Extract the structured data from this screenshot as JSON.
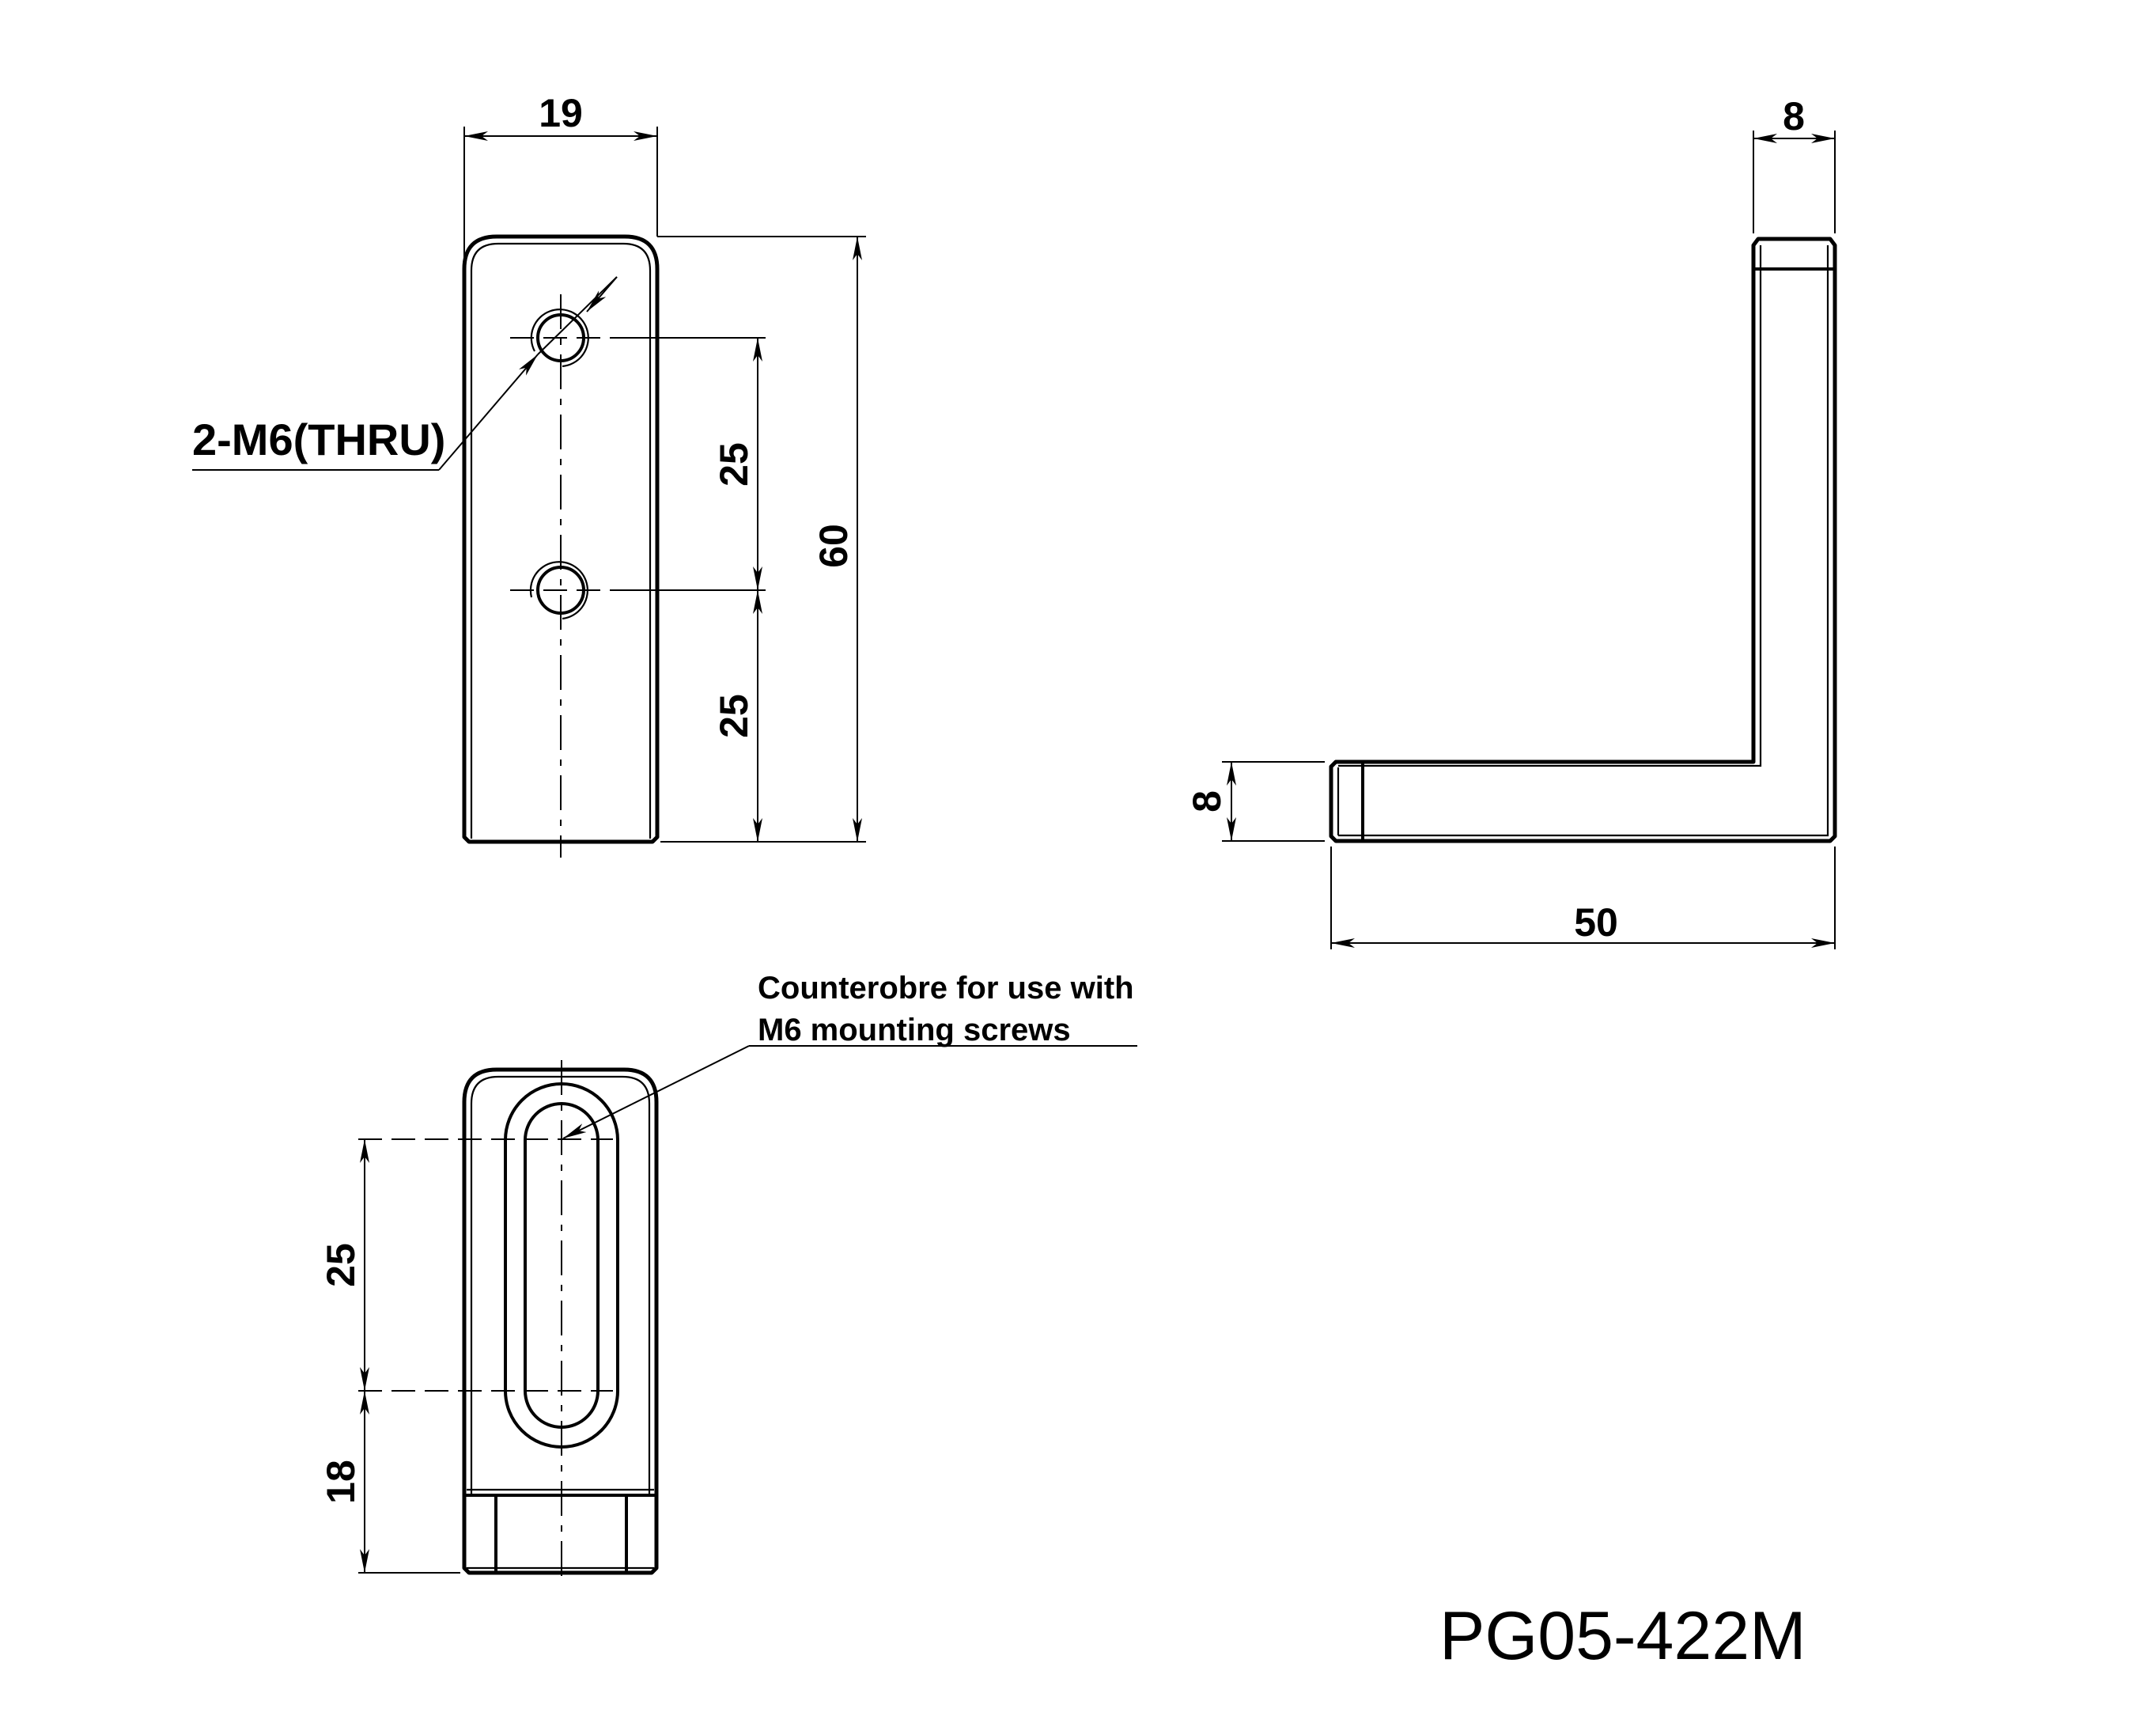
{
  "drawing": {
    "part_number": "PG05-422M",
    "front_view": {
      "width_dim": "19",
      "height_dim": "60",
      "hole_spacing_dim": "25",
      "hole_to_edge_dim": "25",
      "hole_callout": "2-M6(THRU)"
    },
    "side_view": {
      "thickness_top_dim": "8",
      "thickness_left_dim": "8",
      "length_dim": "50"
    },
    "bottom_view": {
      "slot_length_dim": "25",
      "slot_to_edge_dim": "18",
      "note_line1": "Counterobre for use with",
      "note_line2": "M6 mounting screws"
    }
  }
}
